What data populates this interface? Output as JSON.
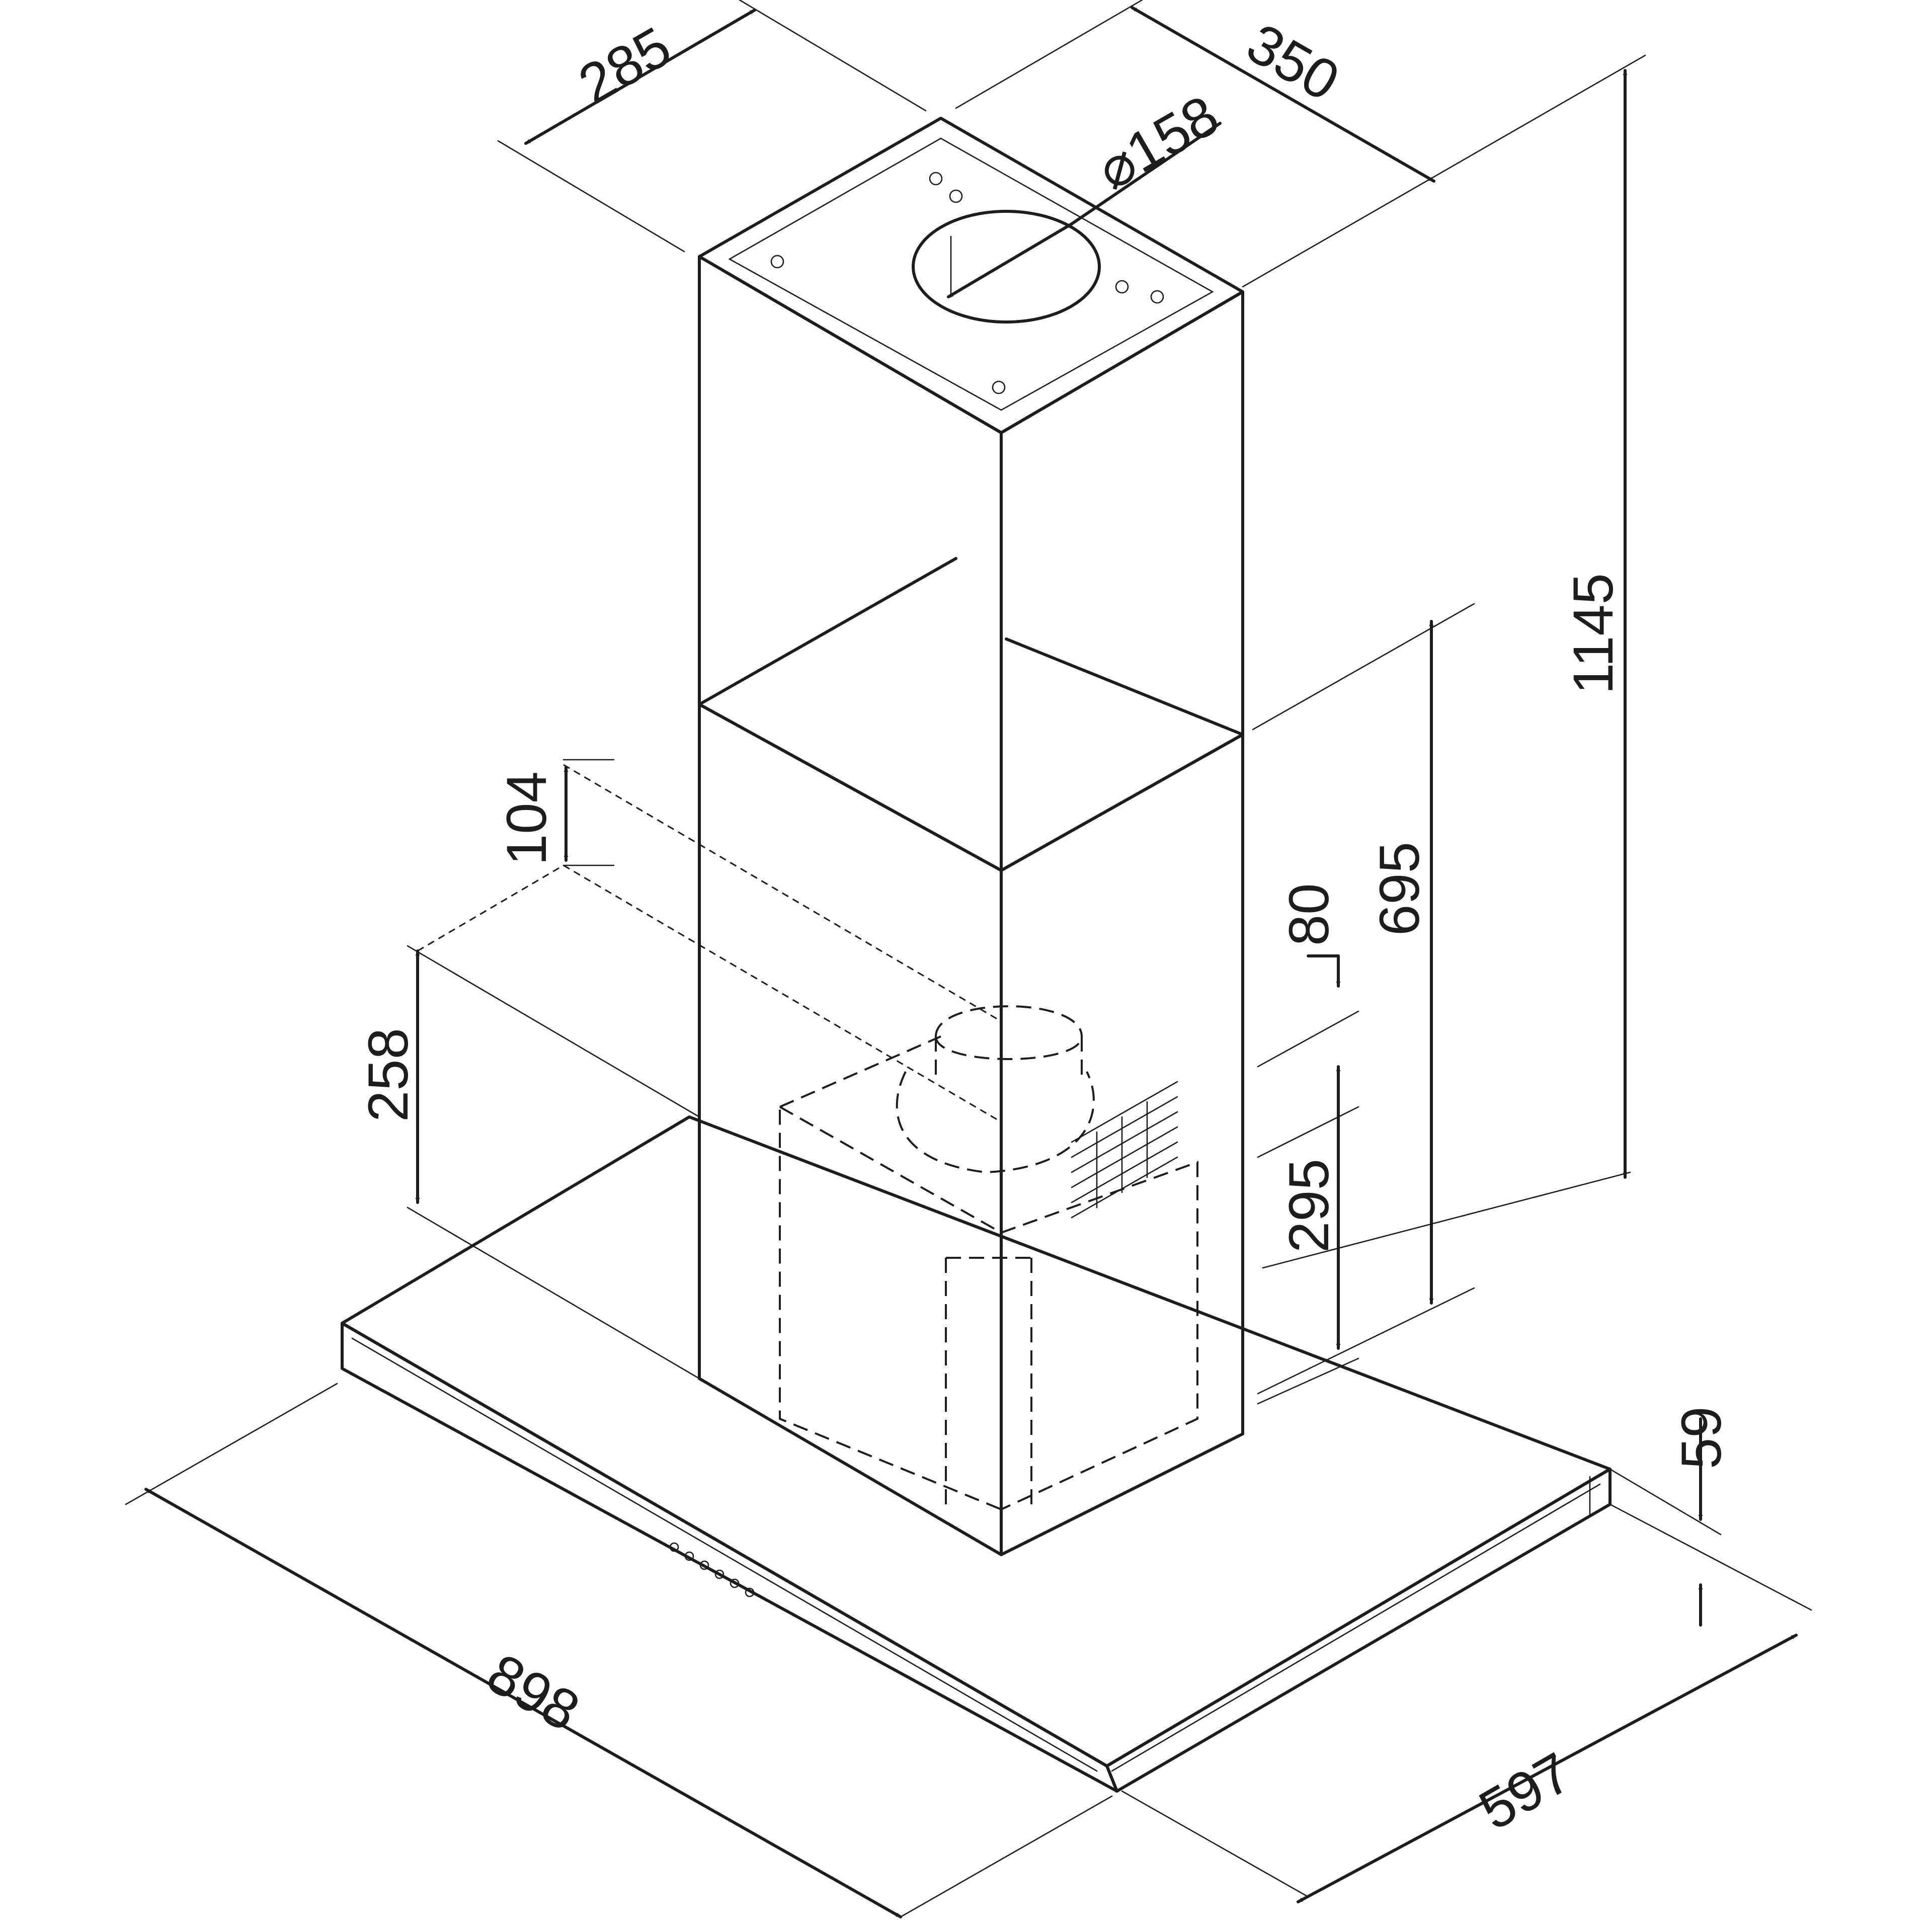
{
  "diagram": {
    "dimensions": {
      "depth_chimney": "285",
      "width_chimney": "350",
      "outlet_diameter": "⌀158",
      "total_height": "1145",
      "chimney_height": "695",
      "top_offset": "104",
      "motor_height": "258",
      "grill_offset": "80",
      "motor_top": "295",
      "canopy_thickness": "59",
      "canopy_width": "898",
      "canopy_depth": "597"
    }
  }
}
